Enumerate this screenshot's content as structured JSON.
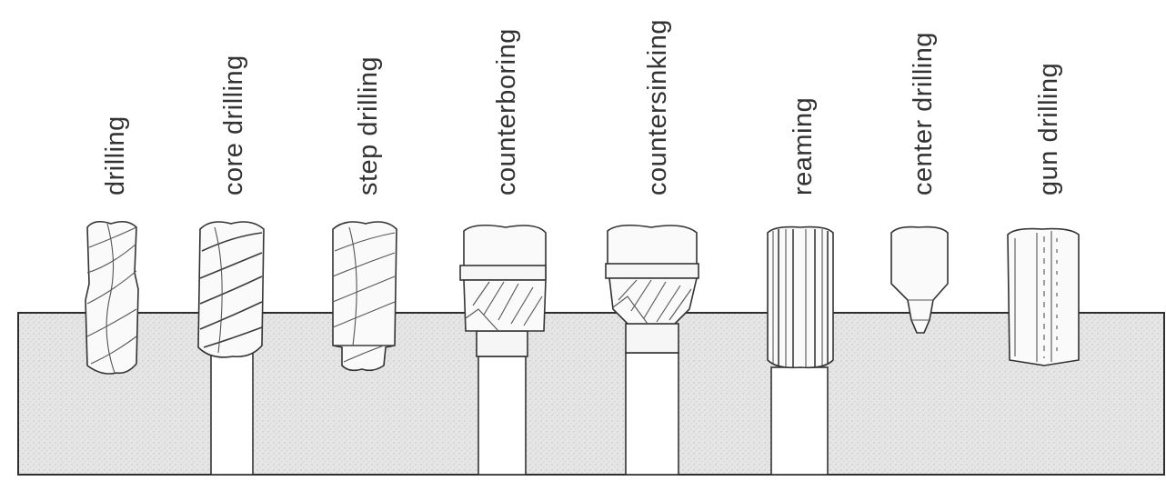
{
  "processes": [
    {
      "id": "drilling",
      "label": "drilling"
    },
    {
      "id": "core-drilling",
      "label": "core drilling"
    },
    {
      "id": "step-drilling",
      "label": "step drilling"
    },
    {
      "id": "counterboring",
      "label": "counterboring"
    },
    {
      "id": "countersinking",
      "label": "countersinking"
    },
    {
      "id": "reaming",
      "label": "reaming"
    },
    {
      "id": "center-drilling",
      "label": "center drilling"
    },
    {
      "id": "gun-drilling",
      "label": "gun drilling"
    }
  ],
  "colors": {
    "workpiece_fill": "#e4e4e4",
    "outline": "#333333",
    "label_text": "#333333"
  }
}
